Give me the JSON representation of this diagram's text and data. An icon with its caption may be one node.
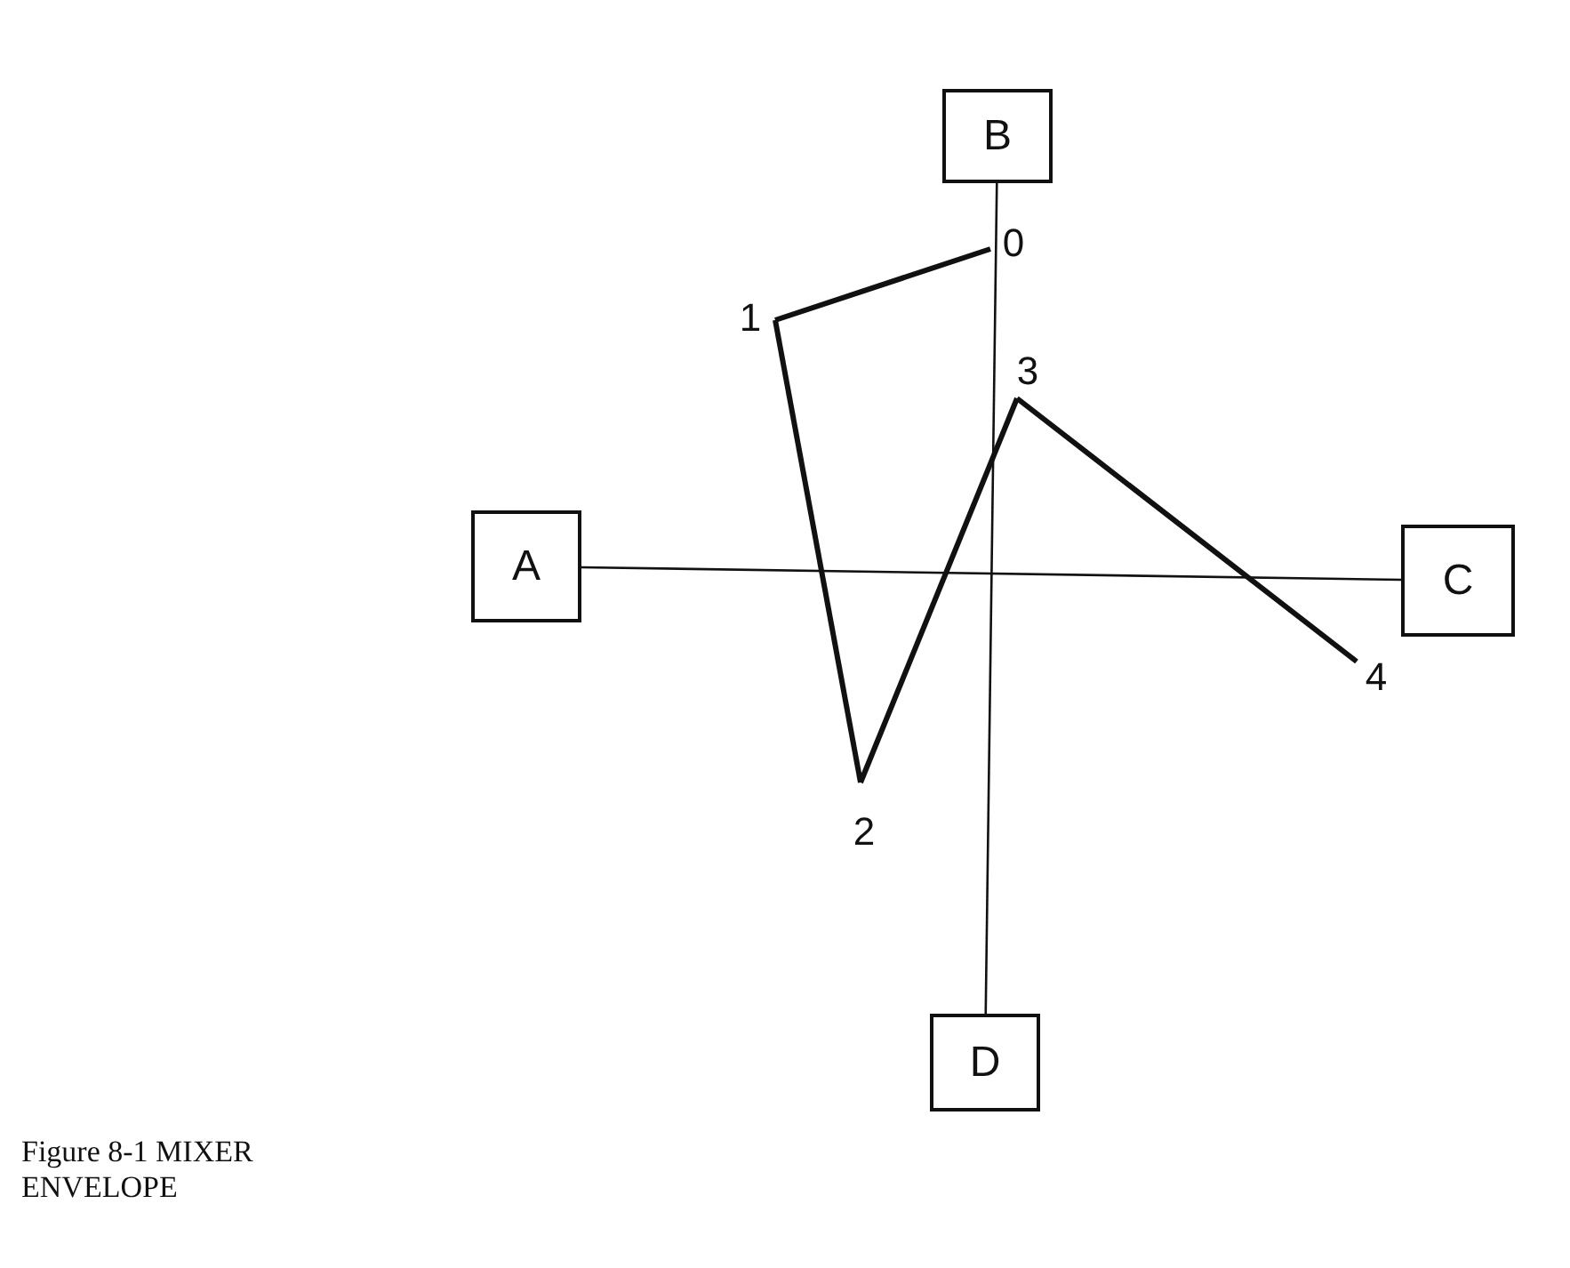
{
  "diagram": {
    "caption": "Figure 8-1 MIXER ENVELOPE",
    "nodes": [
      {
        "text": [
          "A"
        ]
      },
      {
        "text": [
          "B"
        ]
      },
      {
        "text": [
          "C"
        ]
      },
      {
        "text": [
          "D"
        ]
      },
      {
        "text": [
          "0"
        ]
      },
      {
        "text": [
          "1"
        ]
      },
      {
        "text": [
          "2"
        ]
      },
      {
        "text": [
          "3"
        ]
      },
      {
        "text": [
          "4"
        ]
      }
    ],
    "edges": [
      {
        "from": 0,
        "to": 2,
        "arrow": "none"
      },
      {
        "from": 1,
        "to": 3,
        "arrow": "none"
      },
      {
        "from": 4,
        "to": 5,
        "arrow": "none"
      },
      {
        "from": 5,
        "to": 6,
        "arrow": "none"
      },
      {
        "from": 6,
        "to": 7,
        "arrow": "none"
      },
      {
        "from": 7,
        "to": 8,
        "arrow": "none"
      }
    ]
  }
}
